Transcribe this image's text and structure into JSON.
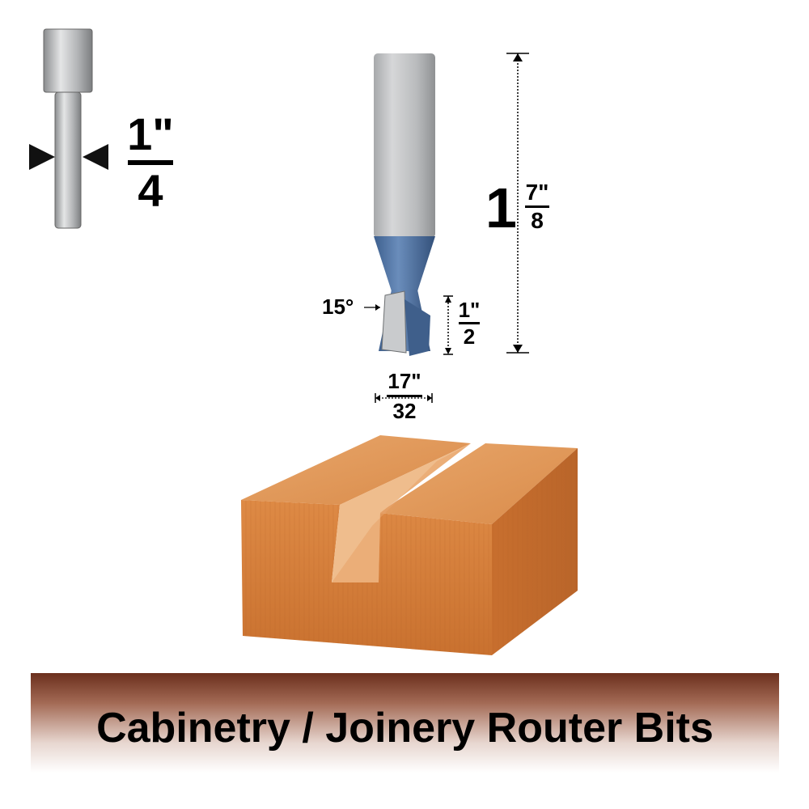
{
  "shank": {
    "whole": "1\"",
    "denominator": "4"
  },
  "overall_length": {
    "whole": "1",
    "numerator": "7\"",
    "denominator": "8"
  },
  "angle": {
    "label": "15°"
  },
  "cut_height": {
    "numerator": "1\"",
    "denominator": "2"
  },
  "cut_diameter": {
    "numerator": "17\"",
    "denominator": "32"
  },
  "banner": {
    "title": "Cabinetry / Joinery Router Bits"
  },
  "colors": {
    "steel": "#b8babc",
    "carbide_blue": "#4a6fa0",
    "wood": "#d9823f",
    "banner_dark": "#6b2f1d"
  }
}
